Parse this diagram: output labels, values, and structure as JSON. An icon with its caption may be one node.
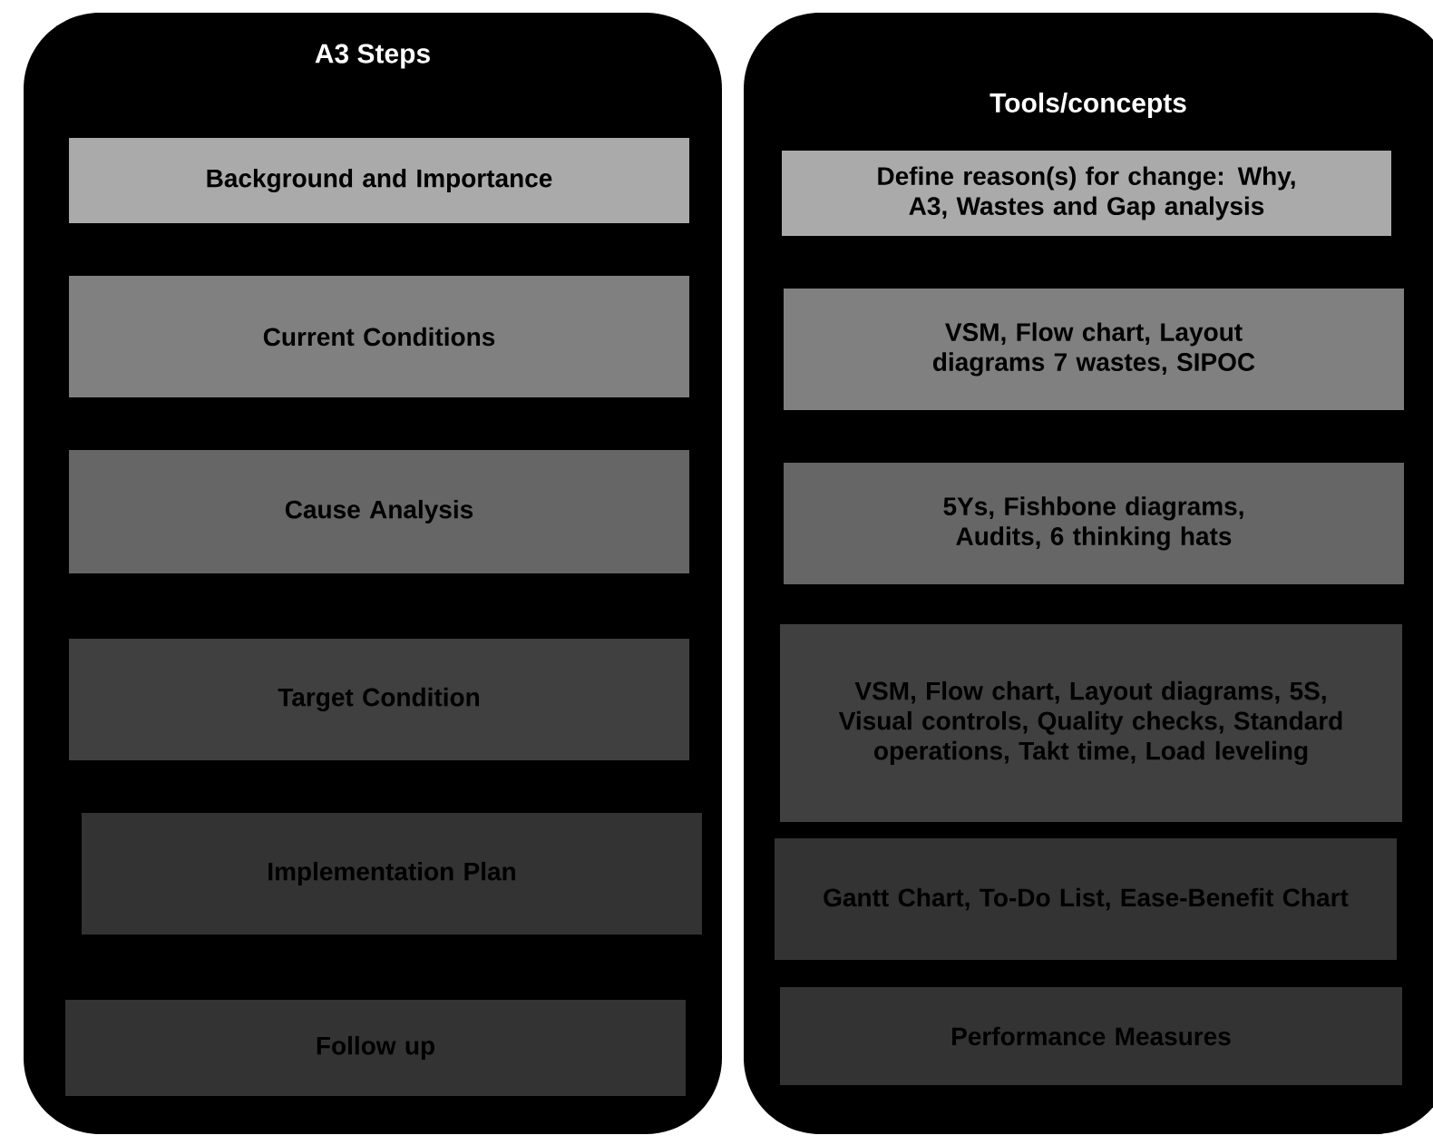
{
  "diagram": {
    "nodes": [
      {
        "text": [
          "A3 Steps"
        ]
      },
      {
        "text": [
          "Background and Importance"
        ],
        "in": 0
      },
      {
        "text": [
          "Current Conditions"
        ],
        "in": 0
      },
      {
        "text": [
          "Cause Analysis"
        ],
        "in": 0
      },
      {
        "text": [
          "Target Condition"
        ],
        "in": 0
      },
      {
        "text": [
          "Implementation Plan"
        ],
        "in": 0
      },
      {
        "text": [
          "Follow up"
        ],
        "in": 0
      },
      {
        "text": [
          "Tools/concepts"
        ]
      },
      {
        "text": [
          "Define reason(s) for change: Why, A3, Wastes and Gap analysis"
        ],
        "in": 7
      },
      {
        "text": [
          "VSM, Flow chart, Layout diagrams 7 wastes, SIPOC"
        ],
        "in": 7
      },
      {
        "text": [
          "5Ys, Fishbone diagrams, Audits, 6 thinking hats"
        ],
        "in": 7
      },
      {
        "text": [
          "VSM, Flow chart, Layout diagrams, 5S, Visual controls, Quality checks, Standard operations, Takt time, Load leveling"
        ],
        "in": 7
      },
      {
        "text": [
          "Gantt Chart, To-Do List, Ease-Benefit Chart"
        ],
        "in": 7
      },
      {
        "text": [
          "Performance Measures"
        ],
        "in": 7
      }
    ],
    "edges": []
  }
}
